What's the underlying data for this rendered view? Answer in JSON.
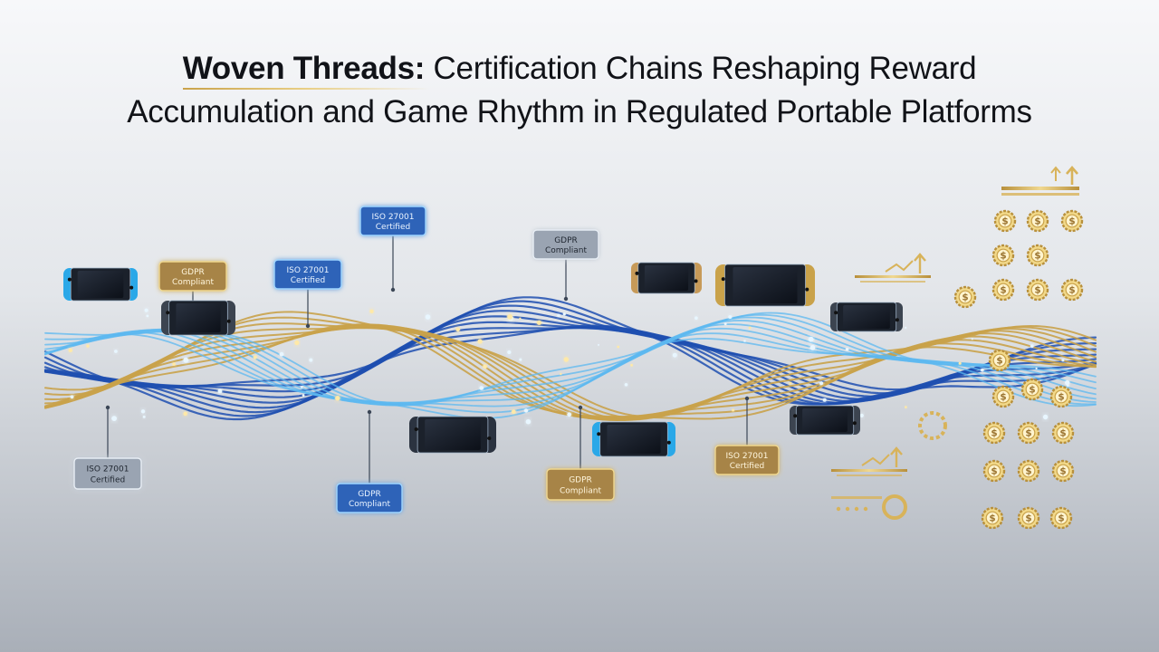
{
  "title": {
    "lead": "Woven Threads:",
    "rest_line1": " Certification Chains Reshaping Reward",
    "line2": "Accumulation and Game Rhythm in Regulated Portable Platforms"
  },
  "badges": [
    {
      "line1": "ISO 27001",
      "line2": "Certified",
      "style": "blue"
    },
    {
      "line1": "GDPR",
      "line2": "Compliant",
      "style": "gold"
    },
    {
      "line1": "ISO 27001",
      "line2": "Certified",
      "style": "blue"
    },
    {
      "line1": "GDPR",
      "line2": "Compliant",
      "style": "silver"
    },
    {
      "line1": "ISO 27001",
      "line2": "Certified",
      "style": "silver"
    },
    {
      "line1": "GDPR",
      "line2": "Compliant",
      "style": "blue"
    },
    {
      "line1": "GDPR",
      "line2": "Compliant",
      "style": "gold"
    },
    {
      "line1": "ISO 27001",
      "line2": "Certified",
      "style": "gold"
    }
  ],
  "colors": {
    "blue_thread": "#1f4fb0",
    "light_thread": "#5cb8f0",
    "gold_thread": "#c9a24a",
    "accent_gold": "#d8b35a"
  },
  "coin_symbol": "$",
  "icons": [
    "handheld-console-icon",
    "coin-icon",
    "growth-arrow-icon",
    "progress-ring-icon"
  ]
}
